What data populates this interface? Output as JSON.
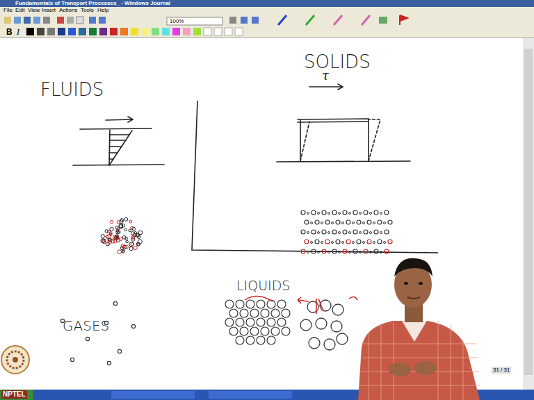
{
  "diagram": {
    "labels": [
      "Fundamentals of Transport Processes_ - Windows Journal",
      "File",
      "Edit",
      "View",
      "Insert",
      "Actions",
      "Tools",
      "Help",
      "100%",
      "B",
      "I",
      "FLUIDS",
      "SOLIDS",
      "τ",
      "GASES",
      "LIQUIDS",
      "NPTEL",
      "31 / 31"
    ]
  }
}
